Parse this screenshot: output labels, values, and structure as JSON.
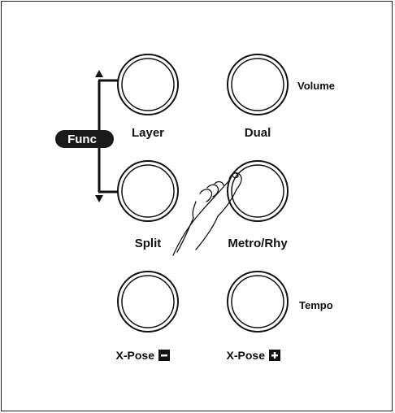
{
  "diagram": {
    "func_badge": "Func",
    "buttons": [
      {
        "id": "layer",
        "label": "Layer",
        "side_label": ""
      },
      {
        "id": "dual",
        "label": "Dual",
        "side_label": "Volume"
      },
      {
        "id": "split",
        "label": "Split",
        "side_label": ""
      },
      {
        "id": "metro-rhy",
        "label": "Metro/Rhy",
        "side_label": ""
      },
      {
        "id": "xpose-minus",
        "label": "X-Pose",
        "side_label": ""
      },
      {
        "id": "xpose-plus",
        "label": "X-Pose",
        "side_label": "Tempo"
      }
    ],
    "colors": {
      "ink": "#111111",
      "badge": "#1a1a1a",
      "badge_text": "#ffffff",
      "background": "#ffffff"
    },
    "icons": {
      "up_arrow": "up-triangle-icon",
      "down_arrow": "down-triangle-icon",
      "minus": "minus-box-icon",
      "plus": "plus-box-icon",
      "hand": "pointing-hand-icon"
    }
  }
}
